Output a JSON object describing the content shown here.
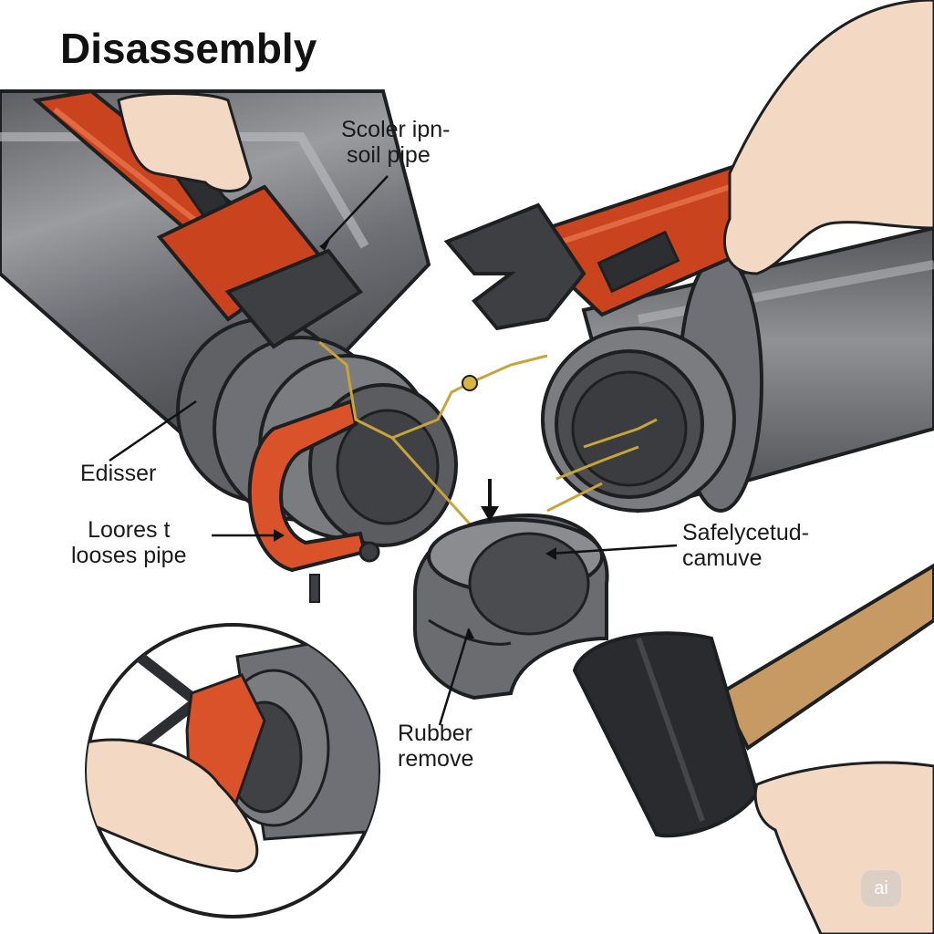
{
  "title": "Disassembly",
  "labels": {
    "scoler": [
      "Scoler ipn-",
      "soil pipe"
    ],
    "edisser": "Edisser",
    "loores": [
      "Loores t",
      "looses pipe"
    ],
    "safely": [
      "Safelycetud-",
      "camuve"
    ],
    "rubber": [
      "Rubber",
      "remove"
    ]
  },
  "watermark": "ai",
  "colors": {
    "pipe": "#6e7075",
    "pipe_dark": "#4a4c50",
    "pipe_light": "#9a9ca0",
    "wrench": "#c9431e",
    "wrench_dark": "#8e2a10",
    "jaw": "#3d3f43",
    "skin": "#f3d8c4",
    "mallet_head": "#2a2b2e",
    "mallet_handle": "#c89a63",
    "wire": "#c9a43a"
  }
}
